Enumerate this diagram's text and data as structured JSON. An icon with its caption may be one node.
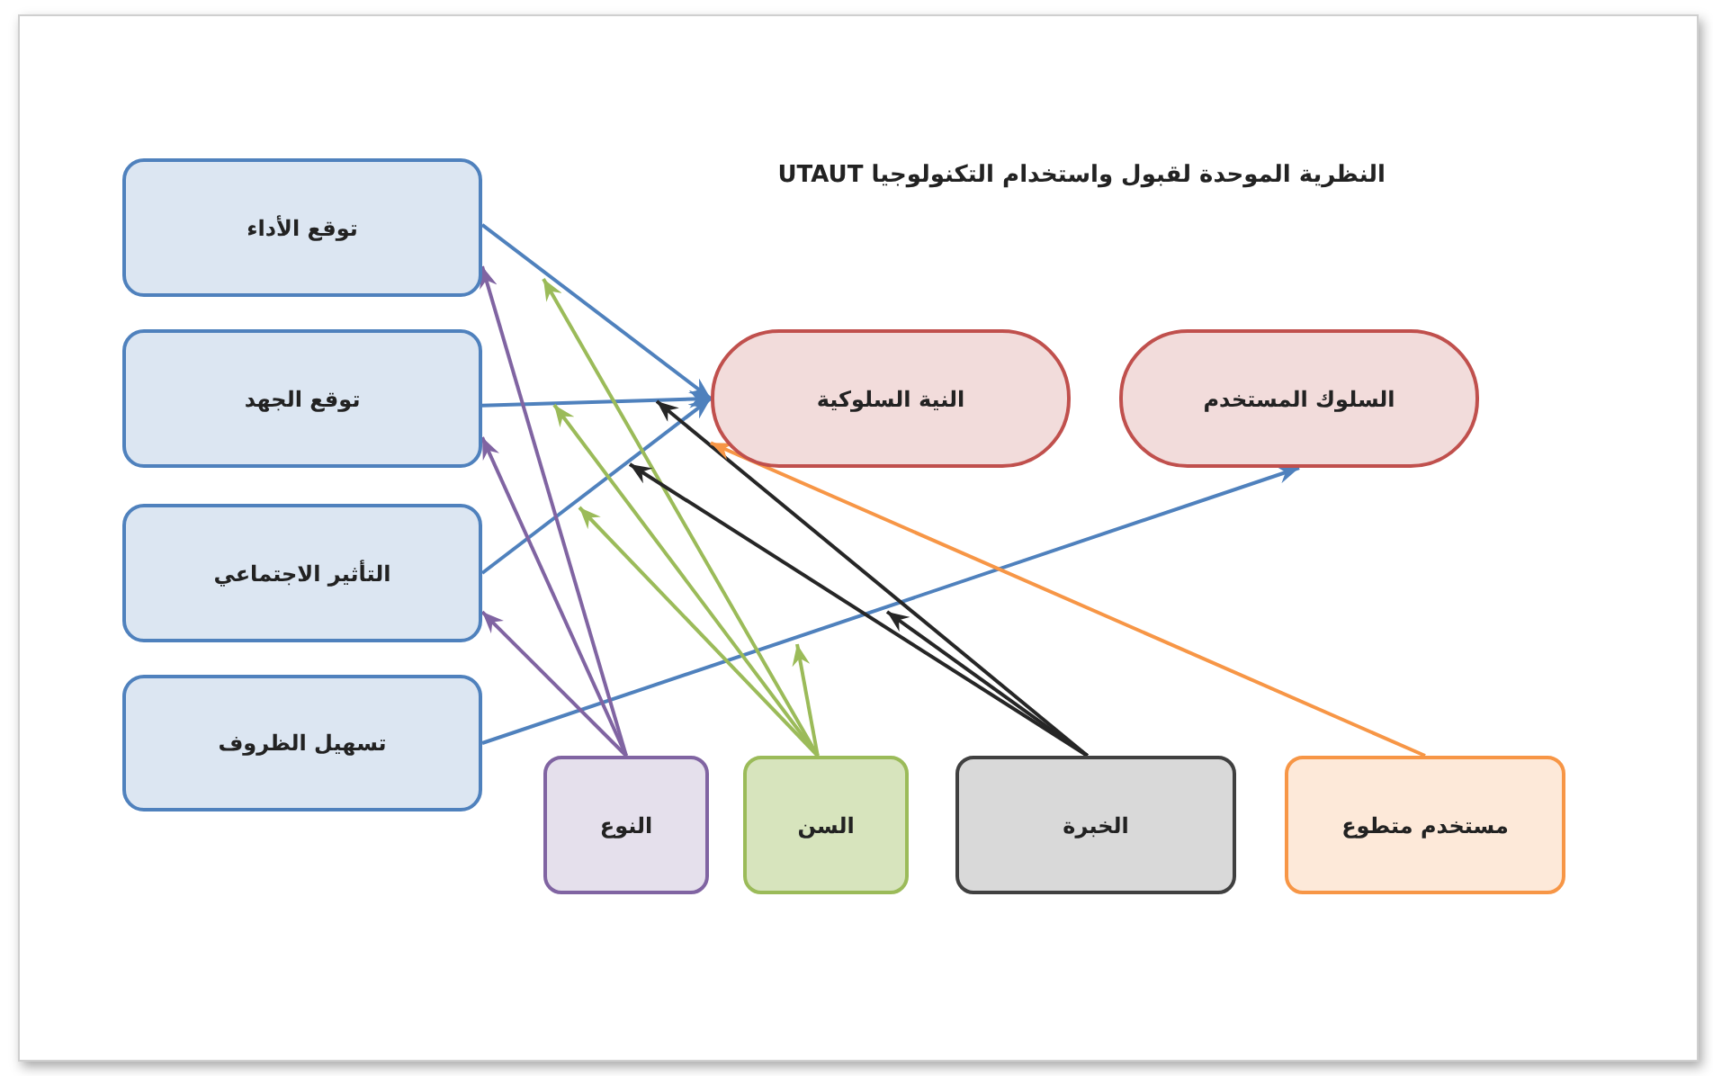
{
  "diagram": {
    "title": "النظرية الموحدة لقبول واستخدام التكنولوجيا UTAUT",
    "nodes": [
      {
        "text": [
          "توقع الأداء"
        ]
      },
      {
        "text": [
          "توقع الجهد"
        ]
      },
      {
        "text": [
          "التأثير الاجتماعي"
        ]
      },
      {
        "text": [
          "تسهيل الظروف"
        ]
      },
      {
        "text": [
          "النية السلوكية"
        ]
      },
      {
        "text": [
          "السلوك المستخدم"
        ]
      },
      {
        "text": [
          "النوع"
        ]
      },
      {
        "text": [
          "السن"
        ]
      },
      {
        "text": [
          "الخبرة"
        ]
      },
      {
        "text": [
          "مستخدم متطوع"
        ]
      }
    ],
    "edges": [
      {
        "from": 0,
        "to": 4,
        "arrow": "to",
        "color": "#4f81bd"
      },
      {
        "from": 1,
        "to": 4,
        "arrow": "to",
        "color": "#4f81bd"
      },
      {
        "from": 2,
        "to": 4,
        "arrow": "to",
        "color": "#4f81bd"
      },
      {
        "from": 3,
        "to": 5,
        "arrow": "to",
        "color": "#4f81bd"
      },
      {
        "from": 6,
        "to": 0,
        "arrow": "to",
        "color": "#8064a2"
      },
      {
        "from": 6,
        "to": 1,
        "arrow": "to",
        "color": "#8064a2"
      },
      {
        "from": 6,
        "to": 2,
        "arrow": "to",
        "color": "#8064a2"
      },
      {
        "from": 7,
        "to": null,
        "arrow": "to",
        "color": "#9bbb59"
      },
      {
        "from": 7,
        "to": null,
        "arrow": "to",
        "color": "#9bbb59"
      },
      {
        "from": 7,
        "to": null,
        "arrow": "to",
        "color": "#9bbb59"
      },
      {
        "from": 7,
        "to": null,
        "arrow": "to",
        "color": "#9bbb59"
      },
      {
        "from": 8,
        "to": null,
        "arrow": "to",
        "color": "#262626"
      },
      {
        "from": 8,
        "to": null,
        "arrow": "to",
        "color": "#262626"
      },
      {
        "from": 8,
        "to": null,
        "arrow": "to",
        "color": "#262626"
      },
      {
        "from": 9,
        "to": 4,
        "arrow": "to",
        "color": "#f79646"
      }
    ]
  }
}
